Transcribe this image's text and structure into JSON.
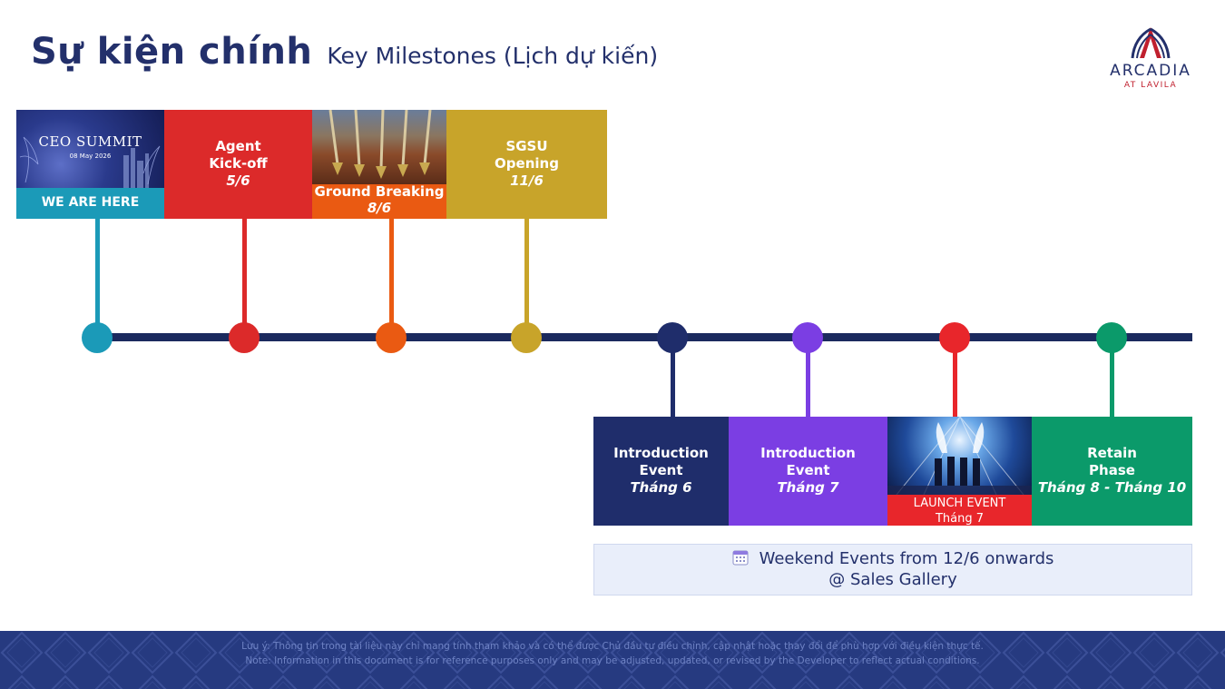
{
  "header": {
    "title_main": "Sự kiện chính",
    "title_sub": "Key Milestones (Lịch dự kiến)"
  },
  "logo": {
    "name": "ARCADIA",
    "sub": "AT LAVILA"
  },
  "top_milestones": [
    {
      "image_title": "CEO SUMMIT",
      "image_date": "08 May 2026",
      "label": "WE ARE HERE",
      "color": "#1b9ab8"
    },
    {
      "line1": "Agent",
      "line2": "Kick-off",
      "date": "5/6",
      "color": "#dc2a2a"
    },
    {
      "label": "Ground Breaking",
      "date": "8/6",
      "color": "#ea5a12"
    },
    {
      "line1": "SGSU",
      "line2": "Opening",
      "date": "11/6",
      "color": "#c8a42a"
    }
  ],
  "bottom_milestones": [
    {
      "line1": "Introduction",
      "line2": "Event",
      "date": "Tháng 6",
      "color": "#1f2d6b"
    },
    {
      "line1": "Introduction",
      "line2": "Event",
      "date": "Tháng 7",
      "color": "#7b3ee3"
    },
    {
      "label": "LAUNCH EVENT",
      "date": "Tháng 7",
      "color": "#e8262b"
    },
    {
      "line1": "Retain",
      "line2": "Phase",
      "date": "Tháng 8 - Tháng 10",
      "color": "#0b9a6a"
    }
  ],
  "weekend": {
    "icon": "calendar-icon",
    "line1": "Weekend Events from 12/6 onwards",
    "line2": "@ Sales Gallery"
  },
  "footer": {
    "note_vi": "Lưu ý: Thông tin trong tài liệu này chỉ mang tính tham khảo và có thể được Chủ đầu tư điều chỉnh, cập nhật hoặc thay đổi để phù hợp với điều kiện thực tế.",
    "note_en": "Note: Information in this document is for reference purposes only and may be adjusted, updated, or revised by the Developer to reflect actual conditions."
  },
  "colors": {
    "navy": "#23306b",
    "axis": "#1b2a5e",
    "footer_bg": "#263a80"
  }
}
